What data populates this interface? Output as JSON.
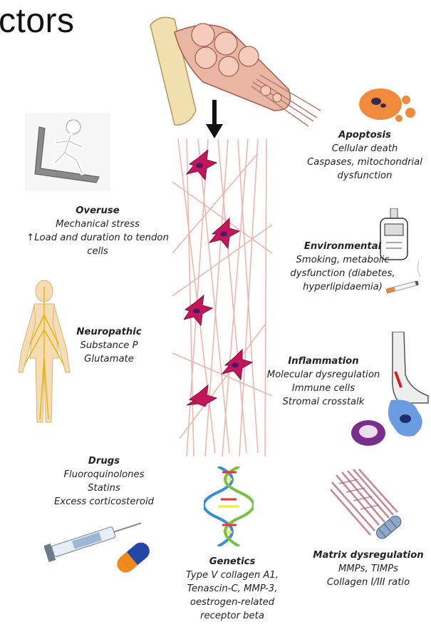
{
  "title_fragment": "ctors",
  "factors": {
    "overuse": {
      "heading": "Overuse",
      "lines": [
        "Mechanical stress",
        "↑Load and duration to tendon",
        "cells"
      ]
    },
    "neuropathic": {
      "heading": "Neuropathic",
      "lines": [
        "Substance P",
        "Glutamate"
      ]
    },
    "drugs": {
      "heading": "Drugs",
      "lines": [
        "Fluoroquinolones",
        "Statins",
        "Excess corticosteroid"
      ]
    },
    "genetics": {
      "heading": "Genetics",
      "lines": [
        "Type V collagen A1,",
        "Tenascin-C, MMP-3,",
        "oestrogen-related",
        "receptor beta"
      ]
    },
    "apoptosis": {
      "heading": "Apoptosis",
      "lines": [
        "Cellular death",
        "Caspases, mitochondrial",
        "dysfunction"
      ]
    },
    "environmental": {
      "heading": "Environmental",
      "lines": [
        "Smoking, metabolic",
        "dysfunction (diabetes,",
        "hyperlipidaemia)"
      ]
    },
    "inflammation": {
      "heading": "Inflammation",
      "lines": [
        "Molecular dysregulation",
        "Immune cells",
        "Stromal crosstalk"
      ]
    },
    "matrix": {
      "heading": "Matrix dysregulation",
      "lines": [
        "MMPs, TIMPs",
        "Collagen I/III ratio"
      ]
    }
  },
  "colors": {
    "tendon_fibre": "#e8b8ae",
    "tenocyte": "#c2185b",
    "apoptotic_cell": "#f08a3c",
    "arrow": "#111111"
  },
  "icons": [
    "tendon-bundle-illustration",
    "down-arrow-icon",
    "treadmill-runner-icon",
    "nervous-system-figure-icon",
    "syringe-and-pill-icon",
    "dna-helix-icon",
    "apoptotic-cell-icon",
    "glucose-meter-and-cigarette-icon",
    "inflamed-heel-and-immune-cells-icon",
    "collagen-fibre-bundle-icon"
  ]
}
